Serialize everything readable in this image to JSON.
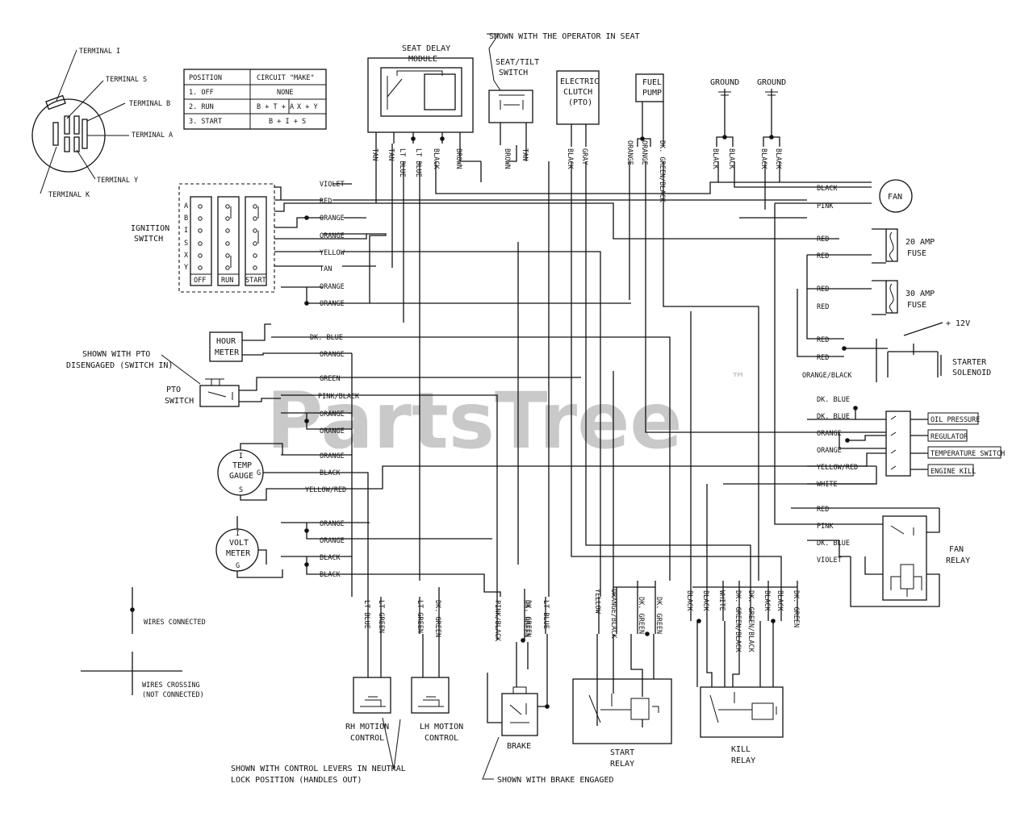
{
  "watermark": {
    "text": "PartsTree",
    "tm": "™"
  },
  "ignition": {
    "terminals": [
      "TERMINAL I",
      "TERMINAL S",
      "TERMINAL B",
      "TERMINAL A",
      "TERMINAL Y",
      "TERMINAL K"
    ],
    "table": {
      "headers": [
        "POSITION",
        "CIRCUIT \"MAKE\""
      ],
      "rows": [
        {
          "pos": "1. OFF",
          "cells": [
            "NONE"
          ]
        },
        {
          "pos": "2. RUN",
          "cells": [
            "B + T + A",
            "X + Y"
          ]
        },
        {
          "pos": "3. START",
          "cells": [
            "B + I + S"
          ]
        }
      ]
    },
    "switch_label": [
      "IGNITION",
      "SWITCH"
    ],
    "pin_letters": [
      "A",
      "B",
      "I",
      "S",
      "X",
      "Y"
    ],
    "positions": [
      "OFF",
      "RUN",
      "START"
    ]
  },
  "components": {
    "seat_delay": [
      "SEAT DELAY",
      "MODULE"
    ],
    "seat_switch": [
      "SEAT/TILT",
      "SWITCH"
    ],
    "seat_note": "SHOWN WITH THE OPERATOR IN SEAT",
    "clutch": [
      "ELECTRIC",
      "CLUTCH",
      "(PTO)"
    ],
    "fuel_pump": [
      "FUEL",
      "PUMP"
    ],
    "ground1": "GROUND",
    "ground2": "GROUND",
    "fan": "FAN",
    "fuse20": [
      "20 AMP",
      "FUSE"
    ],
    "fuse30": [
      "30 AMP",
      "FUSE"
    ],
    "plus12v": "+ 12V",
    "starter": [
      "STARTER",
      "SOLENOID"
    ],
    "hour_meter": [
      "HOUR",
      "METER"
    ],
    "pto_note": [
      "SHOWN WITH PTO",
      "DISENGAGED (SWITCH IN)"
    ],
    "pto_switch": [
      "PTO",
      "SWITCH"
    ],
    "temp_gauge": [
      "TEMP",
      "GAUGE"
    ],
    "temp_pins": [
      "I",
      "G",
      "S"
    ],
    "volt_meter": [
      "VOLT",
      "METER"
    ],
    "volt_pins": [
      "I",
      "G"
    ],
    "fan_relay": [
      "FAN",
      "RELAY"
    ],
    "oil": "OIL PRESSURE",
    "regulator": "REGULATOR",
    "temp_switch": "TEMPERATURE SWITCH",
    "engine_kill": "ENGINE KILL",
    "rh": [
      "RH MOTION",
      "CONTROL"
    ],
    "lh": [
      "LH MOTION",
      "CONTROL"
    ],
    "brake": "BRAKE",
    "brake_note": "SHOWN WITH BRAKE ENGAGED",
    "lever_note": [
      "SHOWN WITH CONTROL LEVERS IN NEUTRAL",
      "LOCK POSITION (HANDLES OUT)"
    ],
    "start_relay": [
      "START",
      "RELAY"
    ],
    "kill_relay": [
      "KILL",
      "RELAY"
    ]
  },
  "legend": {
    "connected": "WIRES CONNECTED",
    "crossing": [
      "WIRES CROSSING",
      "(NOT CONNECTED)"
    ]
  },
  "top_wire_labels": [
    "TAN",
    "TAN",
    "LT BLUE",
    "LT BLUE",
    "BLACK",
    "BROWN",
    "BROWN",
    "TAN",
    "BLACK",
    "GRAY",
    "ORANGE",
    "ORANGE",
    "DK. GREEN/BLACK",
    "BLACK",
    "BLACK",
    "BLACK",
    "BLACK"
  ],
  "bottom_wire_labels": [
    "LT BLUE",
    "LT GREEN",
    "LT GREEN",
    "DK. GREEN",
    "PINK/BLACK",
    "DK. GREEN",
    "DK. GREEN",
    "LT BLUE",
    "YELLOW",
    "ORANGE/BLACK",
    "DK. GREEN",
    "DK. GREEN",
    "BLACK",
    "BLACK",
    "WHITE",
    "DK. GREEN/BLACK",
    "DK. GREEN/BLACK",
    "BLACK",
    "BLACK",
    "DK. GREEN"
  ],
  "left_wire_labels": [
    "VIOLET",
    "RED",
    "ORANGE",
    "ORANGE",
    "YELLOW",
    "TAN",
    "ORANGE",
    "ORANGE",
    "DK. BLUE",
    "ORANGE",
    "GREEN",
    "PINK/BLACK",
    "ORANGE",
    "ORANGE",
    "ORANGE",
    "BLACK",
    "YELLOW/RED",
    "ORANGE",
    "ORANGE",
    "BLACK",
    "BLACK"
  ],
  "right_wire_labels": [
    "BLACK",
    "PINK",
    "RED",
    "RED",
    "RED",
    "RED",
    "RED",
    "RED",
    "ORANGE/BLACK",
    "DK. BLUE",
    "DK. BLUE",
    "ORANGE",
    "ORANGE",
    "YELLOW/RED",
    "WHITE",
    "RED",
    "PINK",
    "DK. BLUE",
    "VIOLET"
  ]
}
